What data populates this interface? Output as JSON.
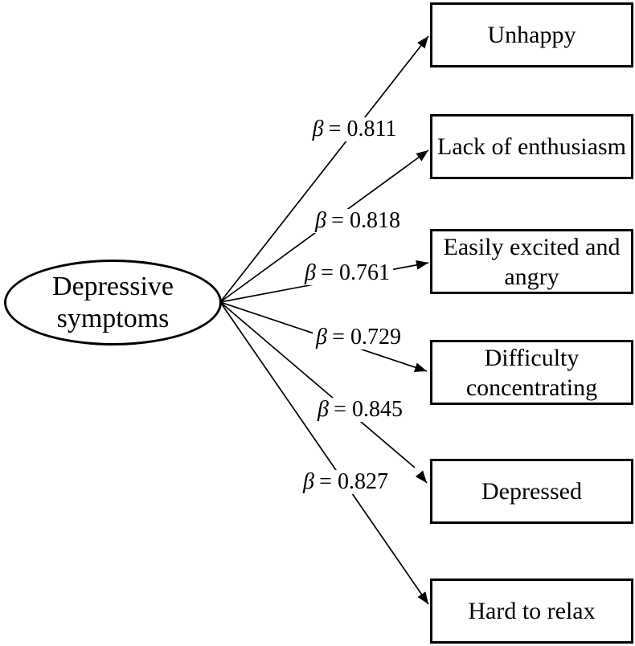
{
  "diagram": {
    "latent_label": "Depressive symptoms",
    "indicators": [
      {
        "label": "Unhappy",
        "beta_symbol": "β",
        "beta_value": "= 0.811"
      },
      {
        "label": "Lack of enthusiasm",
        "beta_symbol": "β",
        "beta_value": "= 0.818"
      },
      {
        "label": "Easily excited and angry",
        "beta_symbol": "β",
        "beta_value": "= 0.761"
      },
      {
        "label": "Difficulty concentrating",
        "beta_symbol": "β",
        "beta_value": "= 0.729"
      },
      {
        "label": "Depressed",
        "beta_symbol": "β",
        "beta_value": "= 0.845"
      },
      {
        "label": "Hard to relax",
        "beta_symbol": "β",
        "beta_value": "= 0.827"
      }
    ],
    "colors": {
      "stroke": "#000000",
      "background": "#ffffff",
      "text": "#000000"
    }
  }
}
